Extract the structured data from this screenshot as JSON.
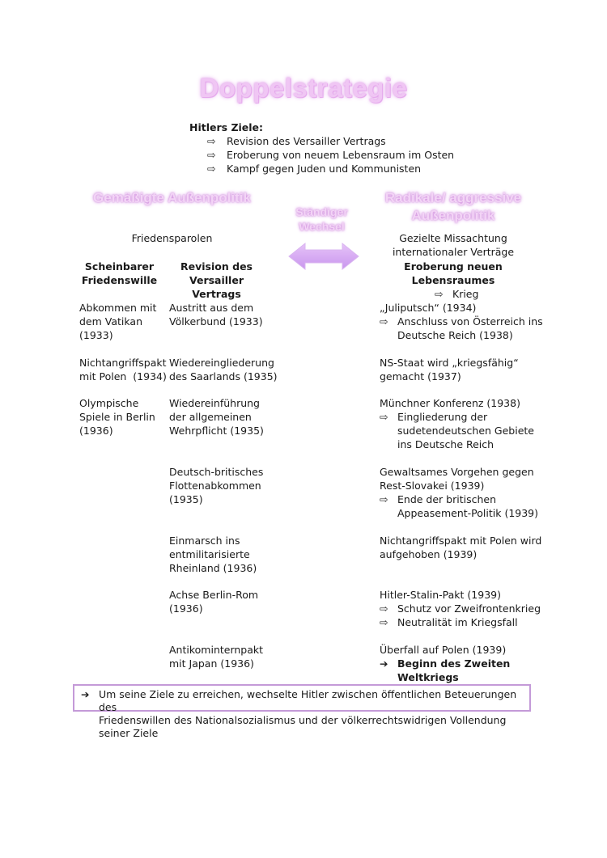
{
  "title": "Doppelstrategie",
  "goals": {
    "heading": "Hitlers Ziele:",
    "items": [
      "Revision des Versailler Vertrags",
      "Eroberung von neuem Lebensraum im Osten",
      "Kampf gegen Juden und Kommunisten"
    ]
  },
  "left_heading": "Gemäßigte Außenpolitik",
  "middle_heading": {
    "line1": "Ständiger",
    "line2": "Wechsel"
  },
  "right_heading": {
    "line1": "Radikale/ aggressive",
    "line2": "Außenpolitik"
  },
  "left_subtitle": "Friedensparolen",
  "col1_heading": {
    "line1": "Scheinbarer",
    "line2": "Friedenswille"
  },
  "col2_heading": {
    "line1": "Revision des",
    "line2": "Versailler Vertrags"
  },
  "right_subtitle": {
    "line1": "Gezielte Missachtung",
    "line2": "internationaler Verträge"
  },
  "right_bold": {
    "line1": "Eroberung neuen",
    "line2": "Lebensraumes"
  },
  "right_krieg": "Krieg",
  "col1": [
    [
      "Abkommen mit",
      "dem Vatikan",
      "(1933)"
    ],
    [
      "Nichtangriffspakt",
      "mit Polen  (1934)"
    ],
    [
      "Olympische",
      "Spiele in Berlin",
      "(1936)"
    ]
  ],
  "col2": [
    [
      "Austritt aus dem",
      "Völkerbund (1933)"
    ],
    [
      "Wiedereingliederung",
      "des Saarlands (1935)"
    ],
    [
      "Wiedereinführung",
      "der allgemeinen",
      "Wehrpflicht (1935)"
    ],
    [
      "Deutsch-britisches",
      "Flottenabkommen",
      "(1935)"
    ],
    [
      "Einmarsch ins",
      "entmilitarisierte",
      "Rheinland (1936)"
    ],
    [
      "Achse Berlin-Rom",
      "(1936)"
    ],
    [
      "Antikominternpakt",
      "mit Japan (1936)"
    ]
  ],
  "col3": {
    "juliputsch": "„Juliputsch“ (1934)",
    "anschluss": [
      "Anschluss von Österreich ins",
      "Deutsche Reich (1938)"
    ],
    "ns_staat": [
      "NS-Staat wird „kriegsfähig“",
      "gemacht (1937)"
    ],
    "muenchen": "Münchner Konferenz (1938)",
    "eingliederung": [
      "Eingliederung der",
      "sudetendeutschen Gebiete",
      "ins Deutsche Reich"
    ],
    "slowakei": [
      "Gewaltsames Vorgehen gegen",
      "Rest-Slovakei (1939)"
    ],
    "appeasement": [
      "Ende der britischen",
      "Appeasement-Politik (1939)"
    ],
    "polen_pakt": [
      "Nichtangriffspakt mit Polen wird",
      "aufgehoben (1939)"
    ],
    "hitler_stalin": "Hitler-Stalin-Pakt (1939)",
    "zweifront": "Schutz vor Zweifrontenkrieg",
    "neutral": "Neutralität im Kriegsfall",
    "ueberfall": "Überfall auf Polen (1939)",
    "beginn": [
      "Beginn des Zweiten",
      "Weltkriegs"
    ]
  },
  "note": {
    "line1": "Um seine Ziele zu erreichen, wechselte Hitler zwischen öffentlichen Beteuerungen des",
    "line2": "Friedenswillen des Nationalsozialismus und der völkerrechtswidrigen Vollendung seiner Ziele"
  },
  "icons": {
    "hollow_arrow": "⇨",
    "solid_arrow": "➔"
  },
  "colors": {
    "accent_pink": "#f0c6f4",
    "arrow_purple": "#d7aef3",
    "box_border": "#c49ad8"
  }
}
